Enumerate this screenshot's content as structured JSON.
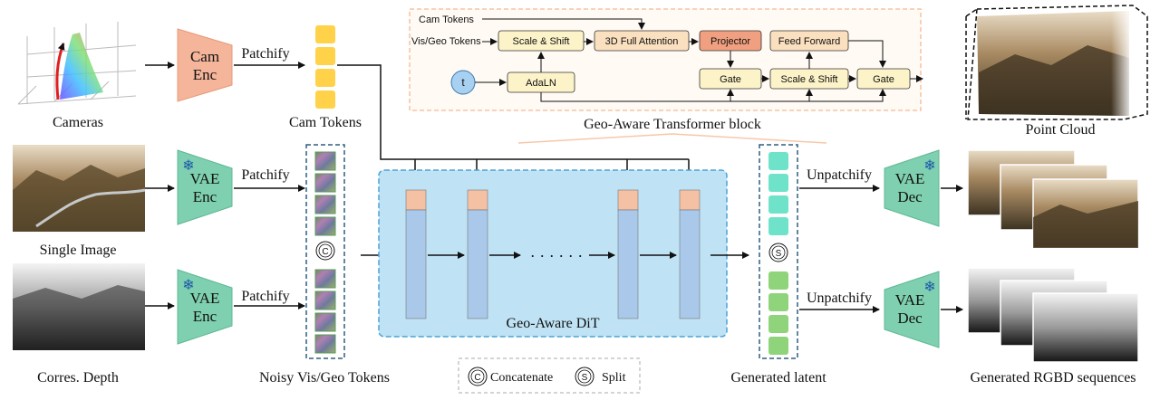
{
  "inputs": {
    "cameras_label": "Cameras",
    "single_image_label": "Single Image",
    "depth_label": "Corres. Depth"
  },
  "encoders": {
    "cam_enc": "Cam Enc",
    "vae_enc_1": "VAE Enc",
    "vae_enc_2": "VAE Enc"
  },
  "arrows": {
    "patchify": "Patchify",
    "unpatchify": "Unpatchify"
  },
  "tokens": {
    "cam_tokens": "Cam Tokens",
    "noisy_tokens": "Noisy Vis/Geo Tokens",
    "concat_symbol": "C",
    "split_symbol": "S"
  },
  "dit": {
    "label": "Geo-Aware DiT",
    "ellipsis": "· · · · · ·"
  },
  "block": {
    "title": "Geo-Aware Transformer block",
    "cam_tokens_in": "Cam Tokens",
    "visgeo_tokens_in": "Vis/Geo Tokens",
    "t_label": "t",
    "scale_shift_1": "Scale & Shift",
    "full_attention": "3D Full Attention",
    "projector": "Projector",
    "feed_forward": "Feed Forward",
    "adaln": "AdaLN",
    "gate_1": "Gate",
    "scale_shift_2": "Scale & Shift",
    "gate_2": "Gate"
  },
  "outputs": {
    "generated_latent": "Generated latent",
    "vae_dec_1": "VAE Dec",
    "vae_dec_2": "VAE Dec",
    "point_cloud": "Point Cloud",
    "rgbd_sequences": "Generated RGBD sequences"
  },
  "legend": {
    "concat_symbol": "C",
    "concatenate": "Concatenate",
    "split_symbol": "S",
    "split": "Split"
  },
  "colors": {
    "cam_enc": "#f4b59a",
    "vae": "#7fd0b0",
    "cam_token": "#ffd24a",
    "dit_bg": "#bfe3f5",
    "dit_border": "#4aa3d6",
    "column": "#a9c8ea",
    "column_head": "#f5c1a5",
    "latent_teal": "#6ee3c9",
    "latent_green": "#8fd47a",
    "block_node": "#fdf3c8",
    "attention": "#fbe0c0",
    "projector": "#f0a080",
    "t_circle": "#a8d0f0"
  }
}
